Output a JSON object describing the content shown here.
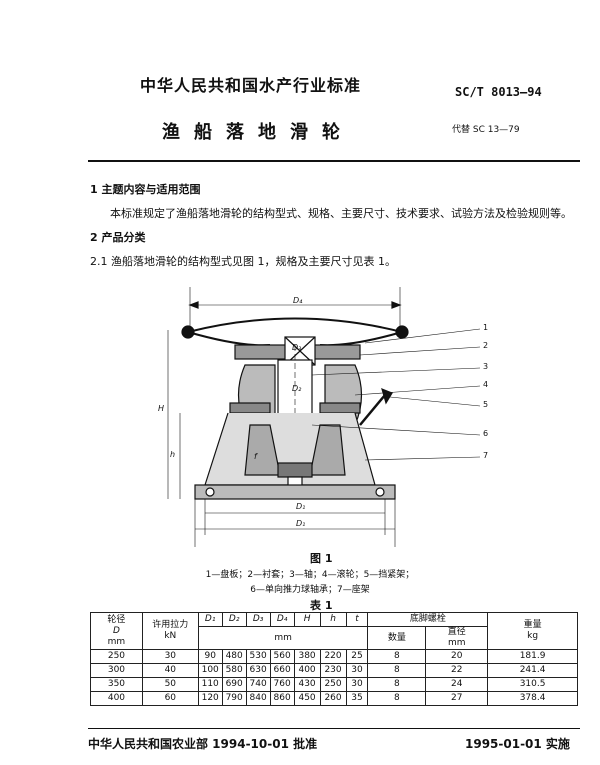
{
  "header": {
    "org_title": "中华人民共和国水产行业标准",
    "standard_no": "SC/T 8013—94",
    "doc_title": "渔船落地滑轮",
    "replaces": "代替 SC 13—79"
  },
  "sections": {
    "s1_heading": "1  主题内容与适用范围",
    "s1_body": "本标准规定了渔船落地滑轮的结构型式、规格、主要尺寸、技术要求、试验方法及检验规则等。",
    "s2_heading": "2  产品分类",
    "s21_body": "2.1  渔船落地滑轮的结构型式见图 1，规格及主要尺寸见表 1。"
  },
  "figure": {
    "caption": "图 1",
    "legend_line1": "1—盘板；2—衬套；3—轴；4—滚轮；5—挡紧架；",
    "legend_line2": "6—单向推力球轴承；7—座架",
    "callouts": [
      "1",
      "2",
      "3",
      "4",
      "5",
      "6",
      "7"
    ],
    "dims": {
      "D4": "D₄",
      "D3": "D₃",
      "D2": "D₂",
      "D1": "D₁",
      "H": "H",
      "h": "h",
      "f": "f"
    }
  },
  "table": {
    "caption": "表 1",
    "headers": {
      "wheel_dia": "轮径",
      "D": "D",
      "mm": "mm",
      "load": "许用拉力",
      "kN": "kN",
      "D1": "D₁",
      "D2": "D₂",
      "D3": "D₃",
      "D4": "D₄",
      "H": "H",
      "h": "h",
      "t": "t",
      "unit_mm": "mm",
      "bolts": "底脚螺栓",
      "qty": "数量",
      "dia": "直径",
      "dia_mm": "mm",
      "weight": "重量",
      "kg": "kg"
    },
    "rows": [
      [
        "250",
        "30",
        "90",
        "480",
        "530",
        "560",
        "380",
        "220",
        "25",
        "8",
        "20",
        "181.9"
      ],
      [
        "300",
        "40",
        "100",
        "580",
        "630",
        "660",
        "400",
        "230",
        "30",
        "8",
        "22",
        "241.4"
      ],
      [
        "350",
        "50",
        "110",
        "690",
        "740",
        "760",
        "430",
        "250",
        "30",
        "8",
        "24",
        "310.5"
      ],
      [
        "400",
        "60",
        "120",
        "790",
        "840",
        "860",
        "450",
        "260",
        "35",
        "8",
        "27",
        "378.4"
      ]
    ]
  },
  "footer": {
    "approval": "中华人民共和国农业部 1994-10-01 批准",
    "effective": "1995-01-01 实施"
  }
}
